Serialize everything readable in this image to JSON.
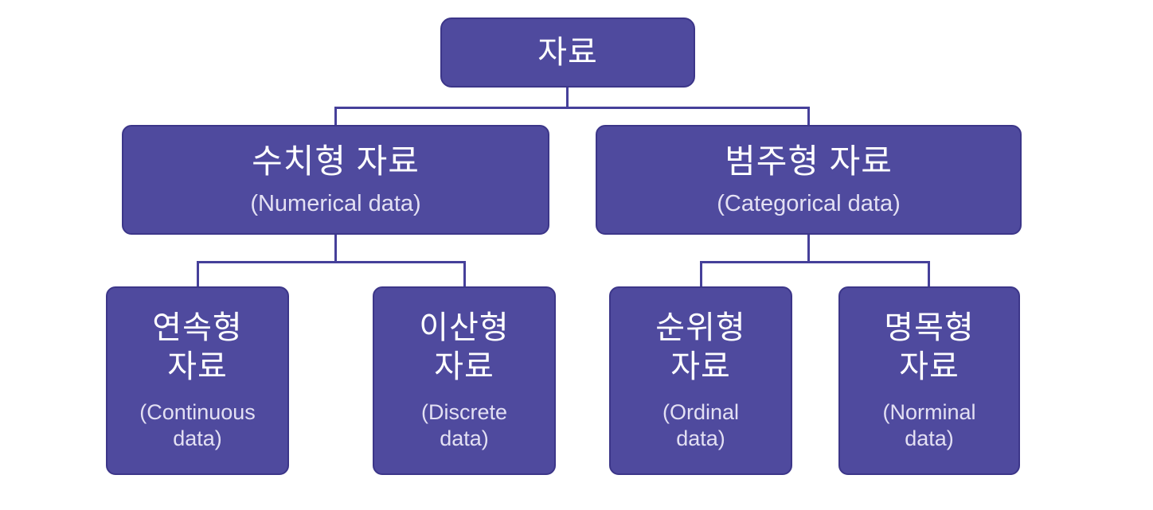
{
  "diagram": {
    "type": "hierarchy-flowchart",
    "root": {
      "label": "자료"
    },
    "level2": [
      {
        "title": "수치형 자료",
        "subtitle": "(Numerical data)",
        "parent": "자료"
      },
      {
        "title": "범주형 자료",
        "subtitle": "(Categorical data)",
        "parent": "자료"
      }
    ],
    "level3": [
      {
        "title": "연속형\n자료",
        "subtitle": "(Continuous\ndata)",
        "parent": "수치형 자료"
      },
      {
        "title": "이산형\n자료",
        "subtitle": "(Discrete\ndata)",
        "parent": "수치형 자료"
      },
      {
        "title": "순위형\n자료",
        "subtitle": "(Ordinal\ndata)",
        "parent": "범주형 자료"
      },
      {
        "title": "명목형\n자료",
        "subtitle": "(Norminal\ndata)",
        "parent": "범주형 자료"
      }
    ],
    "colors": {
      "background": "#ffffff",
      "box_fill": "#4f4a9e",
      "box_border": "#3c3689",
      "connector": "#46409a",
      "title_text": "#ffffff",
      "subtitle_text": "#e3e0f3"
    }
  }
}
